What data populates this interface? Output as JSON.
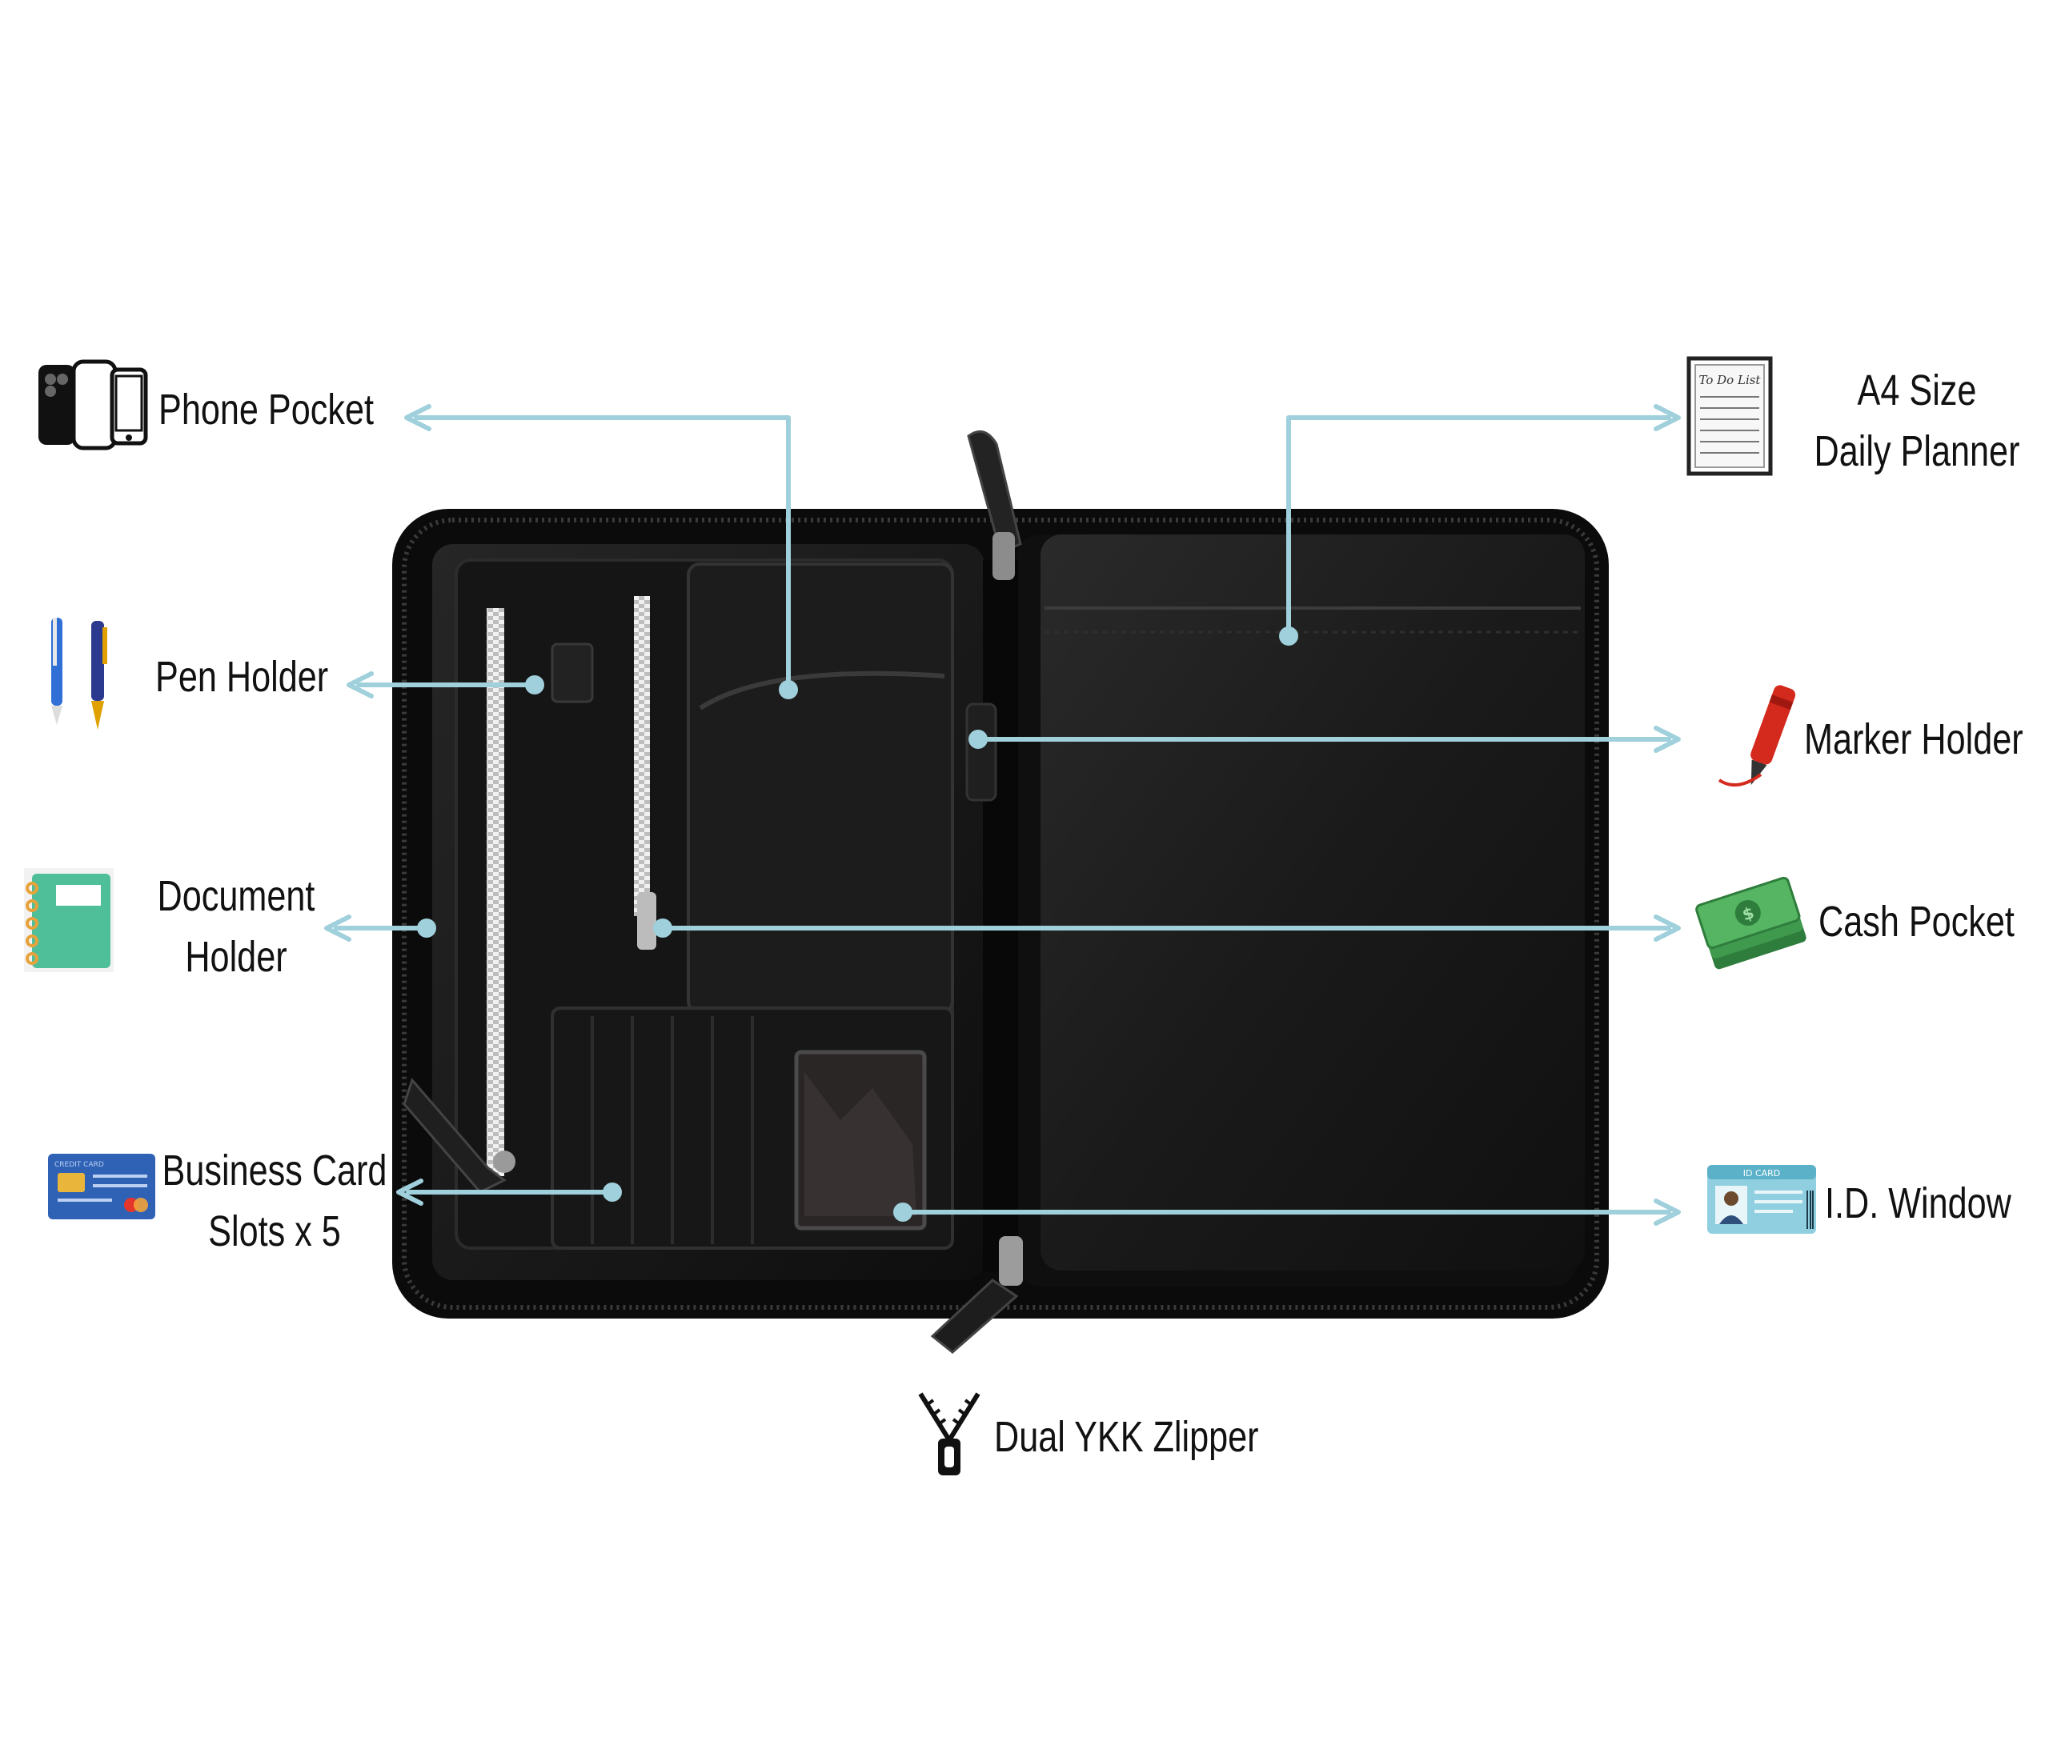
{
  "callouts": {
    "phone_pocket": "Phone Pocket",
    "a4_planner": {
      "line1": "A4 Size",
      "line2": "Daily Planner"
    },
    "pen_holder": "Pen Holder",
    "marker_holder": "Marker Holder",
    "document_holder": {
      "line1": "Document",
      "line2": "Holder"
    },
    "cash_pocket": "Cash Pocket",
    "business_card": {
      "line1": "Business Card",
      "line2": "Slots x 5"
    },
    "id_window": "I.D. Window",
    "zipper": "Dual YKK Zlipper"
  },
  "icon_text": {
    "todo_list": "To Do List",
    "credit_card": "CREDIT CARD",
    "id_card": "ID CARD"
  },
  "icons": {
    "phone_pocket": "phones-icon",
    "a4_planner": "todo-clipboard-icon",
    "pen_holder": "pens-icon",
    "marker_holder": "red-marker-icon",
    "document_holder": "notebook-icon",
    "cash_pocket": "cash-stack-icon",
    "business_card": "credit-card-icon",
    "id_window": "id-card-icon",
    "zipper": "zipper-icon"
  },
  "colors": {
    "leader_line": "#9fd0db",
    "leather": "#141414",
    "notebook": "#4fbf9a",
    "cash": "#3f9a4e",
    "card_blue": "#2f62b5",
    "id_card": "#8fcfe0"
  }
}
